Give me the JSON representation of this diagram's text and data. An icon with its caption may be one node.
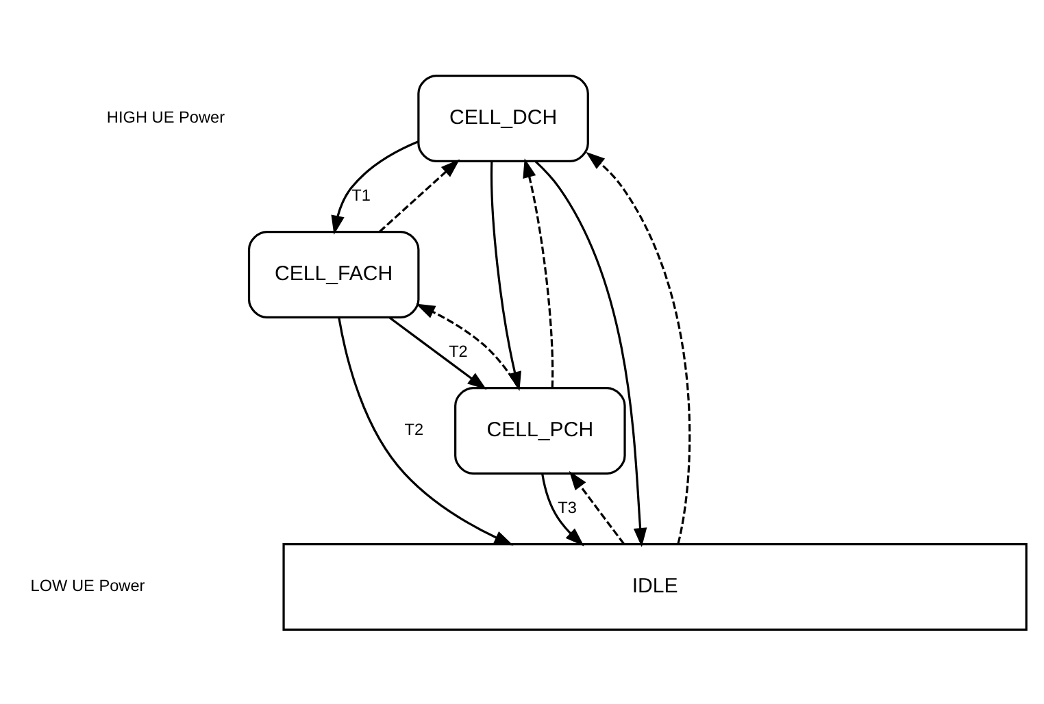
{
  "diagram": {
    "nodes": [
      {
        "text": [
          "CELL_DCH"
        ]
      },
      {
        "text": [
          "CELL_FACH"
        ]
      },
      {
        "text": [
          "CELL_PCH"
        ]
      },
      {
        "text": [
          "IDLE"
        ]
      }
    ],
    "edges": [
      {
        "from": 0,
        "to": 1,
        "arrow": "to",
        "label": "T1"
      },
      {
        "from": 0,
        "to": 2,
        "arrow": "to"
      },
      {
        "from": 0,
        "to": 3,
        "arrow": "to"
      },
      {
        "from": 1,
        "to": 2,
        "arrow": "to",
        "label": "T2"
      },
      {
        "from": 1,
        "to": 3,
        "arrow": "to",
        "label": "T2"
      },
      {
        "from": 2,
        "to": 3,
        "arrow": "to",
        "label": "T3"
      },
      {
        "from": 1,
        "to": 0,
        "arrow": "to",
        "style": "dashed"
      },
      {
        "from": 2,
        "to": 1,
        "arrow": "to",
        "style": "dashed"
      },
      {
        "from": 2,
        "to": 0,
        "arrow": "to",
        "style": "dashed"
      },
      {
        "from": 3,
        "to": 2,
        "arrow": "to",
        "style": "dashed"
      },
      {
        "from": 3,
        "to": 0,
        "arrow": "to",
        "style": "dashed"
      }
    ],
    "labels": [
      "HIGH UE Power",
      "LOW UE Power"
    ]
  }
}
